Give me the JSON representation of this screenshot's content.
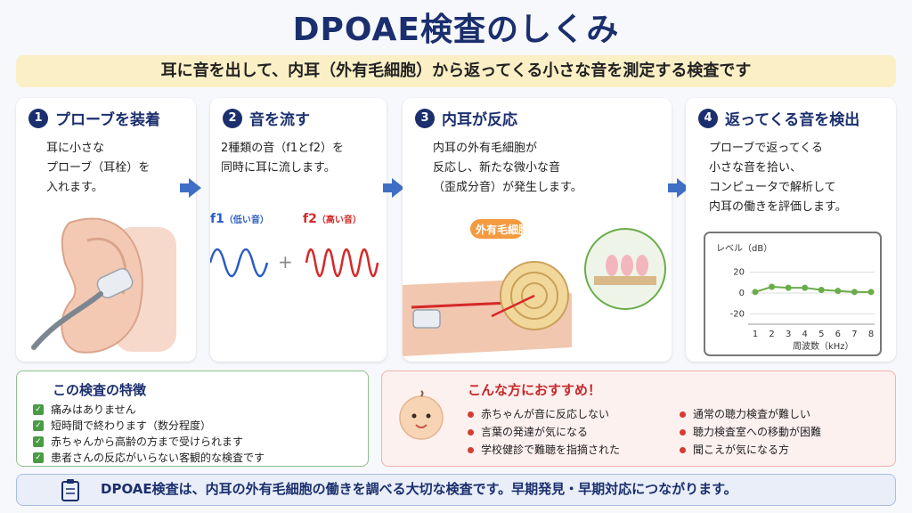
{
  "title": "DPOAE検査のしくみ",
  "subtitle": "耳に音を出して、内耳（外有毛細胞）から返ってくる小さな音を測定する検査です",
  "steps": [
    {
      "num": "1",
      "title": "プローブを装着",
      "lines": [
        "耳に小さな",
        "プローブ（耳栓）を",
        "入れます。"
      ]
    },
    {
      "num": "2",
      "title": "音を流す",
      "lines": [
        "2種類の音（f1とf2）を",
        "同時に耳に流します。"
      ],
      "f1_label": "f1",
      "f1_sub": "（低い音）",
      "f2_label": "f2",
      "f2_sub": "（高い音）",
      "plus": "+"
    },
    {
      "num": "3",
      "title": "内耳が反応",
      "lines": [
        "内耳の外有毛細胞が",
        "反応し、新たな微小な音",
        "（歪成分音）が発生します。"
      ],
      "callout": "外有毛細胞"
    },
    {
      "num": "4",
      "title": "返ってくる音を検出",
      "lines": [
        "プローブで返ってくる",
        "小さな音を拾い、",
        "コンピュータで解析して",
        "内耳の働きを評価します。"
      ]
    }
  ],
  "features": {
    "heading": "この検査の特徴",
    "items": [
      "痛みはありません",
      "短時間で終わります（数分程度）",
      "赤ちゃんから高齢の方まで受けられます",
      "患者さんの反応がいらない客観的な検査です"
    ]
  },
  "recommend": {
    "heading": "こんな方におすすめ！",
    "left": [
      "赤ちゃんが音に反応しない",
      "言葉の発達が気になる",
      "学校健診で難聴を指摘された"
    ],
    "right": [
      "通常の聴力検査が難しい",
      "聴力検査室への移動が困難",
      "聞こえが気になる方"
    ]
  },
  "bottom_note": "DPOAE検査は、内耳の外有毛細胞の働きを調べる大切な検査です。早期発見・早期対応につながります。",
  "colors": {
    "navy": "#1b2f6e",
    "f1_blue": "#2a5cc4",
    "f2_red": "#d62828",
    "green": "#6aac4a"
  },
  "chart_data": {
    "type": "line",
    "ylabel": "レベル（dB）",
    "xlabel": "周波数（kHz）",
    "x": [
      1,
      2,
      3,
      4,
      5,
      6,
      7,
      8
    ],
    "y": [
      1,
      6,
      5,
      5,
      3,
      2,
      1,
      1
    ],
    "xticks": [
      "1",
      "2",
      "3",
      "4",
      "5",
      "6",
      "7",
      "8"
    ],
    "yticks": [
      "20",
      "0",
      "-20"
    ],
    "ylim": [
      -30,
      30
    ]
  }
}
